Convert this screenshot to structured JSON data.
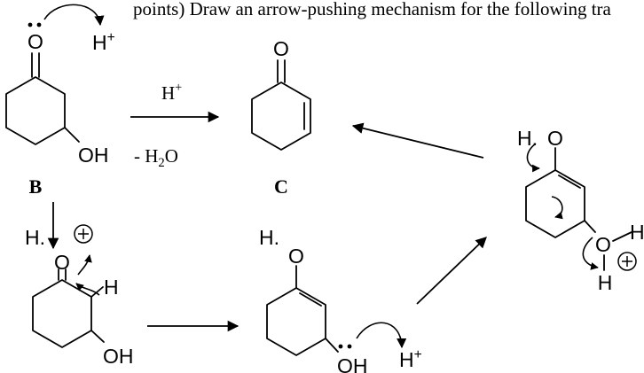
{
  "header": {
    "text": "points) Draw an arrow-pushing mechanism for the following tra"
  },
  "atoms": {
    "O": "O",
    "OH": "OH",
    "H": "H",
    "H_plus": "H+",
    "H_dot": "H."
  },
  "conditions": {
    "reagent": "H+",
    "byproduct": "- H2O"
  },
  "labels": {
    "B": "B",
    "C": "C"
  }
}
